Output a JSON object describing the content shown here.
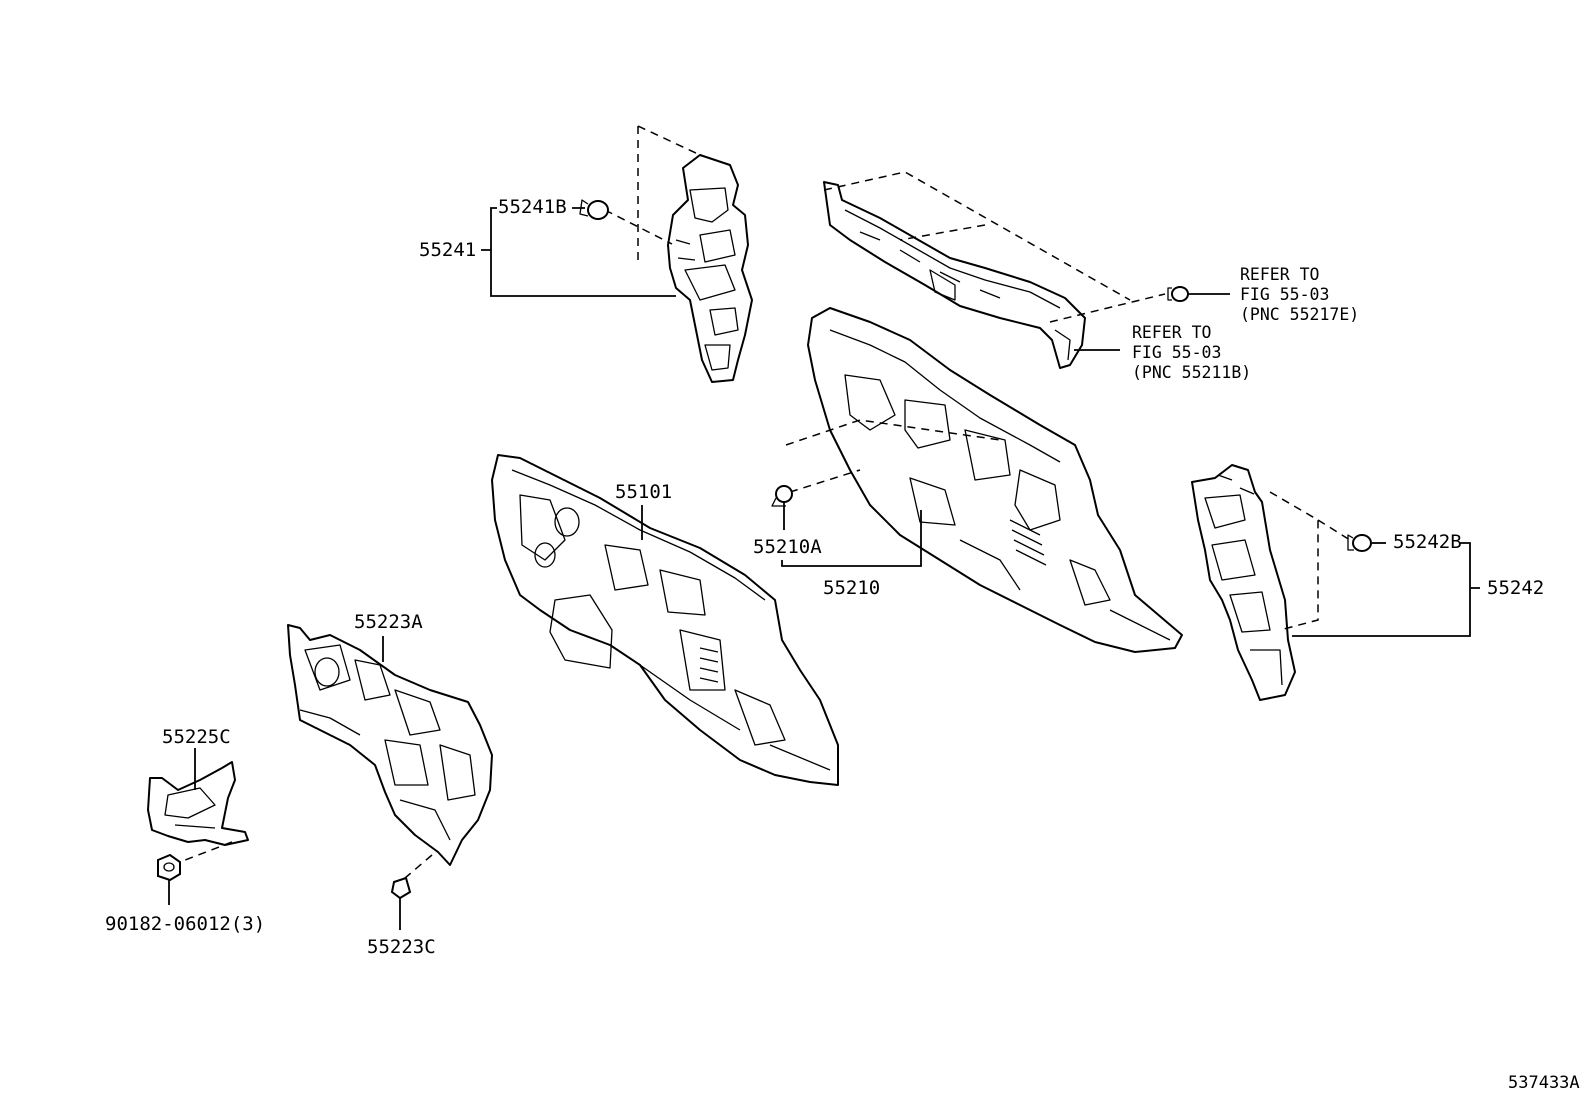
{
  "labels": {
    "p55241B": "55241B",
    "p55241": "55241",
    "p55101": "55101",
    "p55210A": "55210A",
    "p55210": "55210",
    "p55242B": "55242B",
    "p55242": "55242",
    "p55223A": "55223A",
    "p55225C": "55225C",
    "p90182": "90182-06012(3)",
    "p55223C": "55223C"
  },
  "notes": {
    "refer_a": {
      "line1": "REFER TO",
      "line2": "FIG 55-03",
      "line3": "(PNC 55217E)"
    },
    "refer_b": {
      "line1": "REFER TO",
      "line2": "FIG 55-03",
      "line3": "(PNC 55211B)"
    }
  },
  "figure_id": "537433A"
}
